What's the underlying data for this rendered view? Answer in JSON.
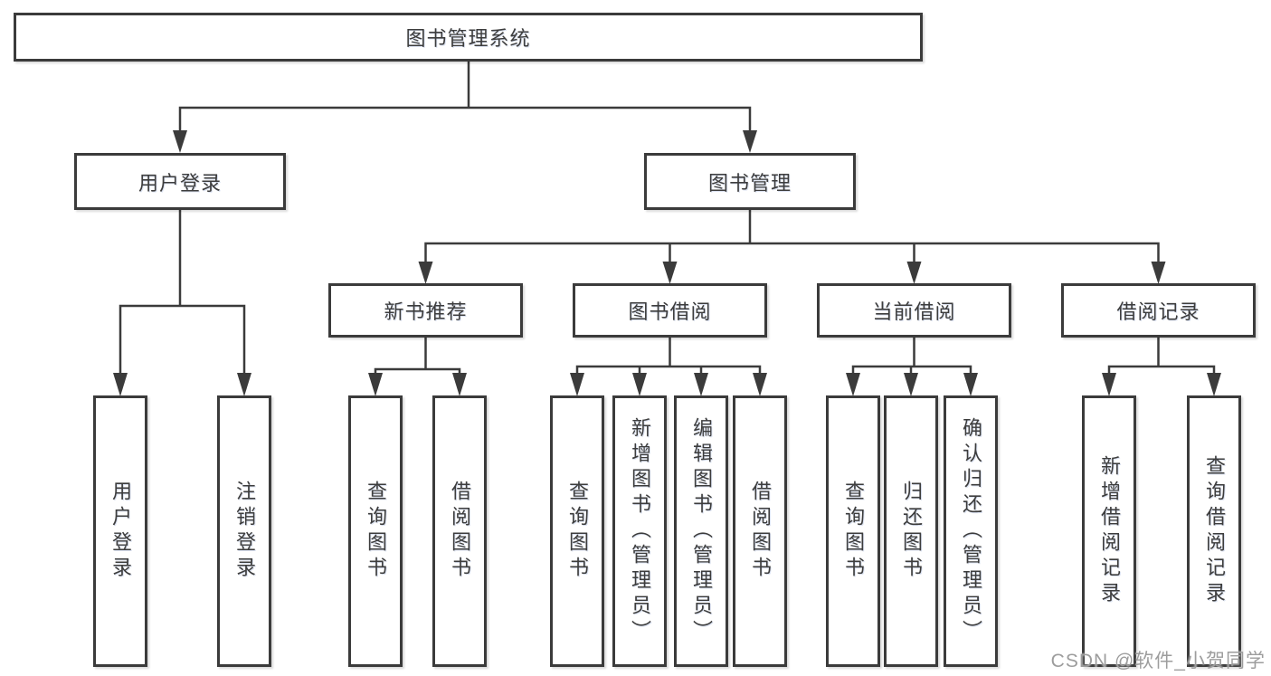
{
  "diagram": {
    "root": {
      "label": "图书管理系统"
    },
    "branches": [
      {
        "label": "用户登录",
        "children": [
          {
            "label": "用户登录"
          },
          {
            "label": "注销登录"
          }
        ]
      },
      {
        "label": "图书管理",
        "children": [
          {
            "label": "新书推荐",
            "children": [
              {
                "label": "查询图书"
              },
              {
                "label": "借阅图书"
              }
            ]
          },
          {
            "label": "图书借阅",
            "children": [
              {
                "label": "查询图书"
              },
              {
                "label": "新增图书（管理员）"
              },
              {
                "label": "编辑图书（管理员）"
              },
              {
                "label": "借阅图书"
              }
            ]
          },
          {
            "label": "当前借阅",
            "children": [
              {
                "label": "查询图书"
              },
              {
                "label": "归还图书"
              },
              {
                "label": "确认归还（管理员）"
              }
            ]
          },
          {
            "label": "借阅记录",
            "children": [
              {
                "label": "新增借阅记录"
              },
              {
                "label": "查询借阅记录"
              }
            ]
          }
        ]
      }
    ]
  },
  "watermark": {
    "text": "CSDN @软件_小贺同学"
  },
  "colors": {
    "line": "#3b3b3b",
    "box_border": "#3b3b3b",
    "text": "#3d3d3d",
    "watermark": "#9d9d9d",
    "background": "#ffffff"
  }
}
